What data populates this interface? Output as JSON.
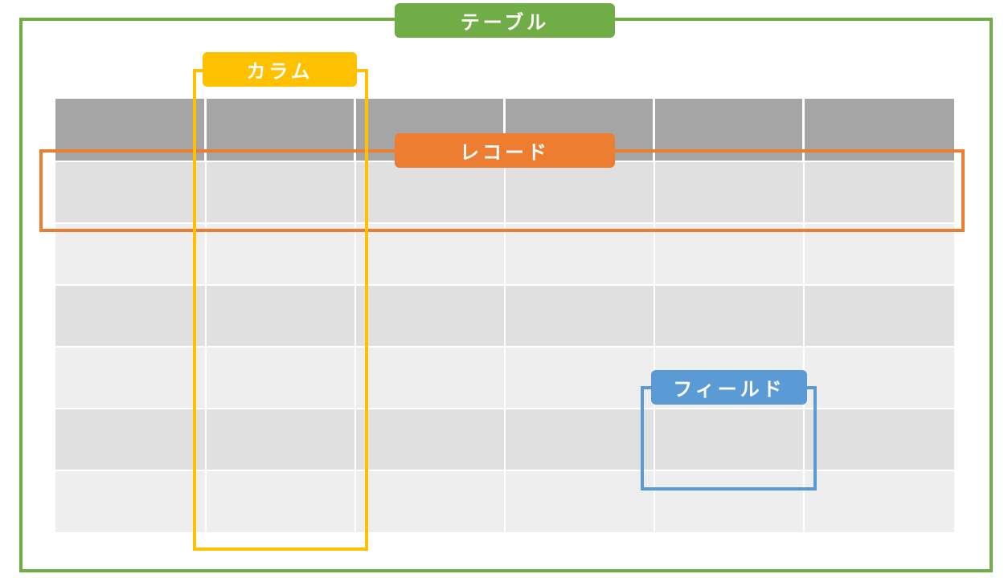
{
  "labels": {
    "table": "テーブル",
    "column": "カラム",
    "record": "レコード",
    "field": "フィールド"
  },
  "colors": {
    "table": "#70ad47",
    "column": "#ffc000",
    "record": "#ed7d31",
    "field": "#5b9bd5",
    "header_cell": "#a5a5a5",
    "row_dark": "#e0e0e0",
    "row_light": "#efeeee"
  },
  "grid": {
    "columns": 6,
    "header_rows": 1,
    "body_rows": 6
  }
}
